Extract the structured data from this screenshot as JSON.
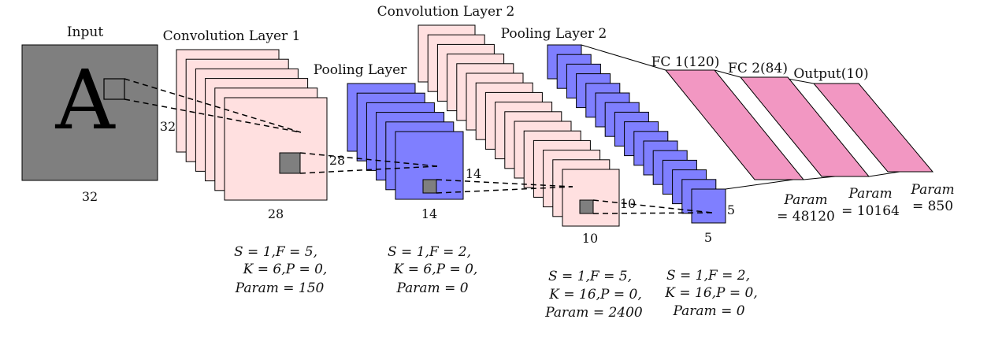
{
  "colors": {
    "input_fill": "#7f7f7f",
    "conv_fill": "#ffe0e0",
    "pool_fill": "#7f7fff",
    "fc_fill": "#f297c2",
    "kernel_fill": "#7f7f7f",
    "stroke": "#000000"
  },
  "input": {
    "label": "Input",
    "glyph": "A",
    "size_label": "32",
    "side_label": "32"
  },
  "conv1": {
    "label": "Convolution Layer 1",
    "size_label": "28",
    "side_label": "28",
    "params": [
      "S = 1,F = 5,",
      "K = 6,P = 0,",
      "Param = 150"
    ]
  },
  "pool1": {
    "label": "Pooling Layer",
    "size_label": "14",
    "side_label": "14",
    "params": [
      "S = 1,F = 2,",
      "K = 6,P = 0,",
      "Param = 0"
    ]
  },
  "conv2": {
    "label": "Convolution Layer 2",
    "size_label": "10",
    "side_label": "10",
    "params": [
      "S = 1,F = 5,",
      "K = 16,P = 0,",
      "Param = 2400"
    ]
  },
  "pool2": {
    "label": "Pooling Layer 2",
    "size_label": "5",
    "side_label": "5",
    "params": [
      "S = 1,F = 2,",
      "K = 16,P = 0,",
      "Param = 0"
    ]
  },
  "fc1": {
    "label": "FC 1(120)",
    "param_word": "Param",
    "param_value": "= 48120"
  },
  "fc2": {
    "label": "FC 2(84)",
    "param_word": "Param",
    "param_value": "= 10164"
  },
  "output": {
    "label": "Output(10)",
    "param_word": "Param",
    "param_value": "= 850"
  }
}
